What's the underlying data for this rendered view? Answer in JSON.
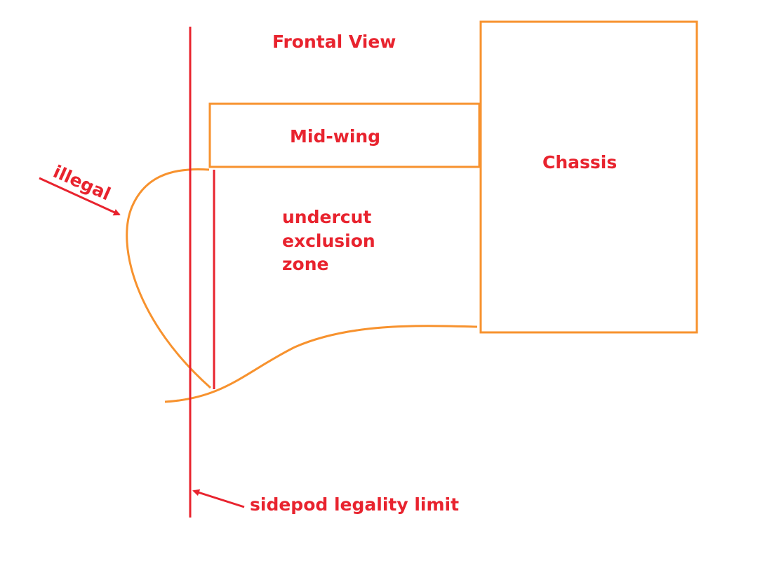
{
  "colors": {
    "red": "#e8232e",
    "orange": "#f7922e",
    "background": "#ffffff"
  },
  "labels": {
    "title": "Frontal View",
    "mid_wing": "Mid-wing",
    "chassis": "Chassis",
    "illegal": "illegal",
    "zone_line1": "undercut",
    "zone_line2": "exclusion",
    "zone_line3": "zone",
    "limit": "sidepod legality limit"
  }
}
